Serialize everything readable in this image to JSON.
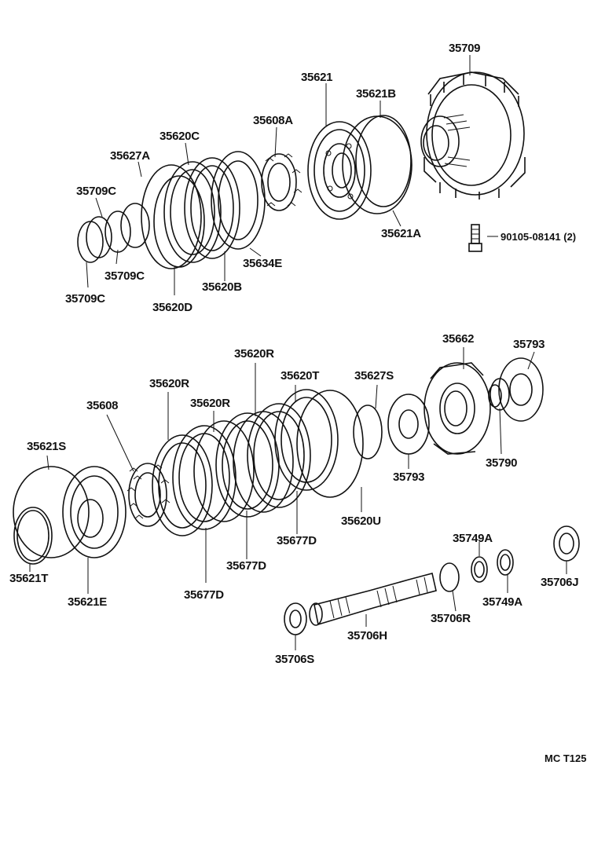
{
  "colors": {
    "ink": "#111111",
    "paper": "#ffffff"
  },
  "labels": {
    "p35709": "35709",
    "p35621": "35621",
    "p35621B": "35621B",
    "p35608A": "35608A",
    "p35620C": "35620C",
    "p35627A": "35627A",
    "p35709C_a": "35709C",
    "p35709C_b": "35709C",
    "p35709C_c": "35709C",
    "p35620D": "35620D",
    "p35620B": "35620B",
    "p35634E": "35634E",
    "p35621A": "35621A",
    "p90105": "90105-08141 (2)",
    "p35620R_a": "35620R",
    "p35620R_b": "35620R",
    "p35620R_c": "35620R",
    "p35662": "35662",
    "p35793_a": "35793",
    "p35793_b": "35793",
    "p35620T": "35620T",
    "p35627S": "35627S",
    "p35608": "35608",
    "p35621S": "35621S",
    "p35790": "35790",
    "p35620U": "35620U",
    "p35677D_a": "35677D",
    "p35677D_b": "35677D",
    "p35677D_c": "35677D",
    "p35749A_a": "35749A",
    "p35749A_b": "35749A",
    "p35706J": "35706J",
    "p35621T": "35621T",
    "p35621E": "35621E",
    "p35706R": "35706R",
    "p35706H": "35706H",
    "p35706S": "35706S",
    "catalog": "MC  T125"
  }
}
